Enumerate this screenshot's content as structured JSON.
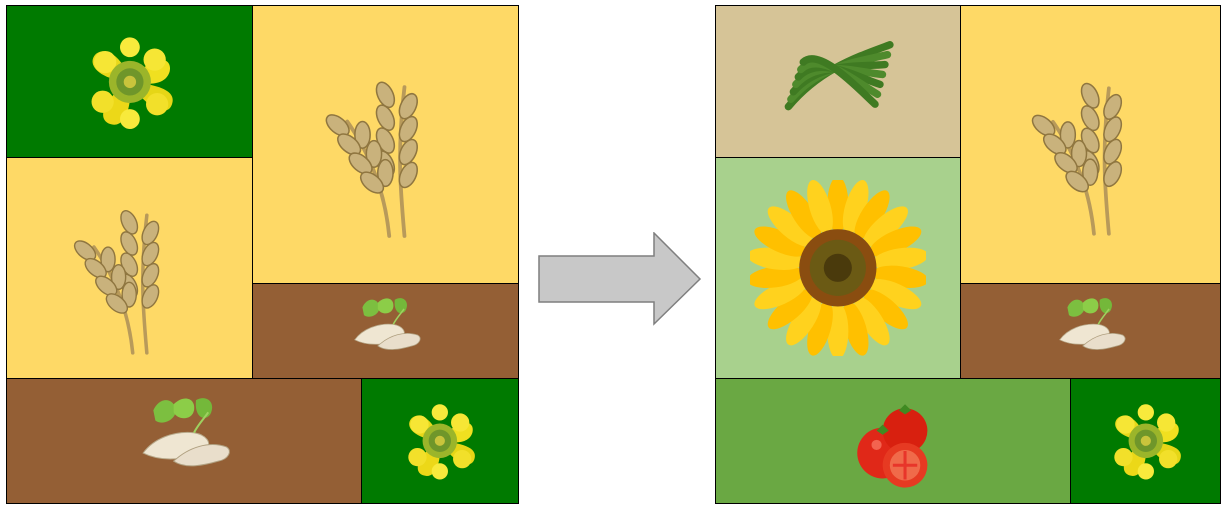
{
  "crop_colors": {
    "rapeseed": "#007a00",
    "wheat": "#fed966",
    "sugar_beet": "#945f35",
    "green_bean": "#d6c497",
    "sunflower": "#a8d18d",
    "tomato": "#6aa843"
  },
  "left_rotation": {
    "cells": [
      {
        "crop": "rapeseed",
        "icon": "rapeseed-icon"
      },
      {
        "crop": "wheat",
        "icon": "wheat-icon"
      },
      {
        "crop": "wheat",
        "icon": "wheat-icon"
      },
      {
        "crop": "sugar_beet",
        "icon": "sugar-beet-icon"
      },
      {
        "crop": "sugar_beet",
        "icon": "sugar-beet-icon"
      },
      {
        "crop": "rapeseed",
        "icon": "rapeseed-icon"
      }
    ]
  },
  "right_rotation": {
    "cells": [
      {
        "crop": "green_bean",
        "icon": "green-bean-icon"
      },
      {
        "crop": "wheat",
        "icon": "wheat-icon"
      },
      {
        "crop": "sunflower",
        "icon": "sunflower-icon"
      },
      {
        "crop": "sugar_beet",
        "icon": "sugar-beet-icon"
      },
      {
        "crop": "tomato",
        "icon": "tomato-icon"
      },
      {
        "crop": "rapeseed",
        "icon": "rapeseed-icon"
      }
    ]
  },
  "arrow": {
    "fill": "#c8c8c8",
    "stroke": "#7f7f7f",
    "direction": "right"
  }
}
